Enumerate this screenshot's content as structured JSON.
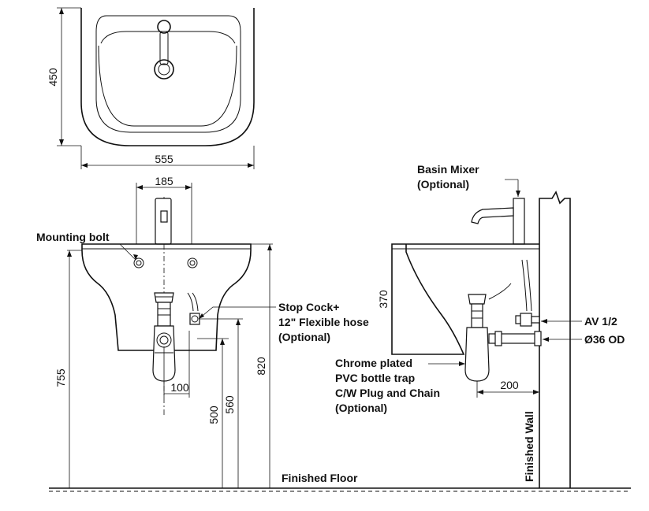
{
  "labels": {
    "mounting_bolt": "Mounting bolt",
    "stop_cock_1": "Stop Cock+",
    "stop_cock_2": "12\" Flexible hose",
    "stop_cock_3": "(Optional)",
    "basin_mixer_1": "Basin Mixer",
    "basin_mixer_2": "(Optional)",
    "av": "AV 1/2",
    "od": "Ø36 OD",
    "trap_1": "Chrome plated",
    "trap_2": "PVC bottle trap",
    "trap_3": "C/W Plug and Chain",
    "trap_4": "(Optional)",
    "finished_floor": "Finished Floor",
    "finished_wall": "Finished Wall"
  },
  "dimensions": {
    "top_height": "450",
    "top_width": "555",
    "tap_spacing": "185",
    "trap_offset": "100",
    "height_755": "755",
    "height_500": "500",
    "height_560": "560",
    "height_820": "820",
    "side_370": "370",
    "side_200": "200"
  }
}
